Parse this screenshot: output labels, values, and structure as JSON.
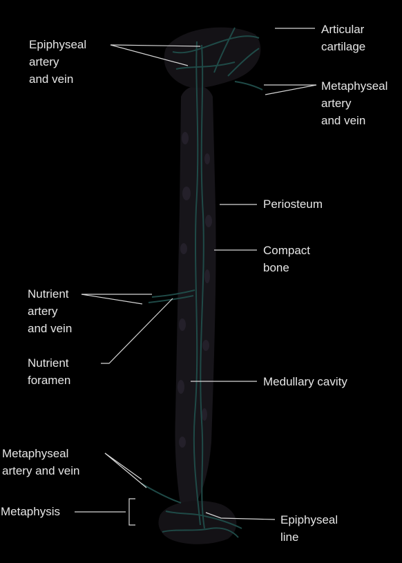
{
  "diagram": {
    "background": "#000000",
    "label_color": "#e6e6e6",
    "leader_color": "#d8d8d8",
    "vessel_color": "#1f4a47",
    "bone_color": "#17151a",
    "labels": {
      "articular_cartilage": [
        "Articular",
        "cartilage"
      ],
      "epiphyseal_artery_vein": [
        "Epiphyseal",
        "artery",
        "and vein"
      ],
      "metaphyseal_artery_vein_top": [
        "Metaphyseal",
        "artery",
        "and vein"
      ],
      "periosteum": [
        "Periosteum"
      ],
      "compact_bone": [
        "Compact",
        "bone"
      ],
      "nutrient_artery_vein": [
        "Nutrient",
        "artery",
        "and vein"
      ],
      "nutrient_foramen": [
        "Nutrient",
        "foramen"
      ],
      "medullary_cavity": [
        "Medullary cavity"
      ],
      "metaphyseal_artery_vein_bottom": [
        "Metaphyseal",
        "artery and vein"
      ],
      "metaphysis": [
        "Metaphysis"
      ],
      "epiphyseal_line": [
        "Epiphyseal",
        "line"
      ]
    }
  }
}
